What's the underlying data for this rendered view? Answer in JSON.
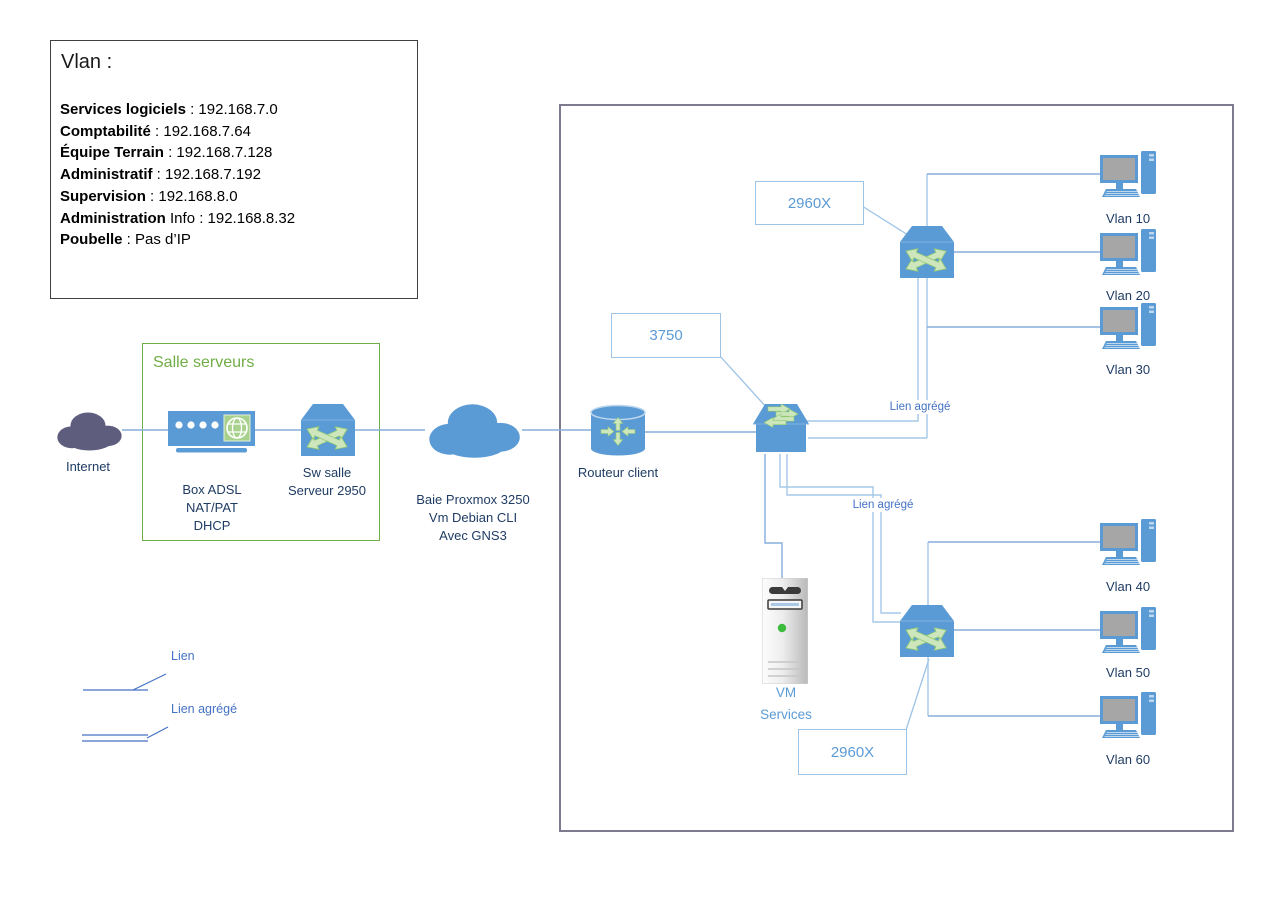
{
  "vlan_box": {
    "title": "Vlan :",
    "entries": [
      {
        "bold": "Services logiciels",
        "rest": " : 192.168.7.0"
      },
      {
        "bold": "Comptabilité",
        "rest": " : 192.168.7.64"
      },
      {
        "bold": "Équipe Terrain",
        "rest": " : 192.168.7.128"
      },
      {
        "bold": "Administratif",
        "rest": " : 192.168.7.192"
      },
      {
        "bold": "Supervision",
        "rest": " : 192.168.8.0"
      },
      {
        "bold": "Administration",
        "rest": " Info : 192.168.8.32"
      },
      {
        "bold": "Poubelle",
        "rest": " : Pas d’IP"
      }
    ]
  },
  "server_room": {
    "title": "Salle serveurs",
    "box_adsl_label": [
      "Box ADSL",
      "NAT/PAT",
      "DHCP"
    ],
    "switch_label": [
      "Sw salle",
      "Serveur 2950"
    ]
  },
  "internet_label": "Internet",
  "proxmox_label": [
    "Baie Proxmox 3250",
    "Vm Debian CLI",
    "Avec GNS3"
  ],
  "router_label": "Routeur client",
  "switch_labels": {
    "l3": "3750",
    "top": "2960X",
    "bottom": "2960X"
  },
  "link_labels": {
    "top": "Lien agrégé",
    "bottom": "Lien agrégé"
  },
  "vm_server_label": [
    "VM",
    "Services"
  ],
  "vlans": [
    "Vlan 10",
    "Vlan 20",
    "Vlan 30",
    "Vlan 40",
    "Vlan 50",
    "Vlan 60"
  ],
  "legend": {
    "lien": "Lien",
    "lien_agrege": "Lien agrégé"
  },
  "colors": {
    "device_blue": "#5B9BD5",
    "arrow_green": "#CDE6BC",
    "internet_cloud": "#5F5D7E",
    "link_blue": "#85AEDC",
    "aggregated_link_blue": "#A5C8E8",
    "room_green": "#70AD47",
    "label_navy": "#1F3C64",
    "label_blue": "#4472C4",
    "outer_border_gray": "#7E7B91"
  }
}
